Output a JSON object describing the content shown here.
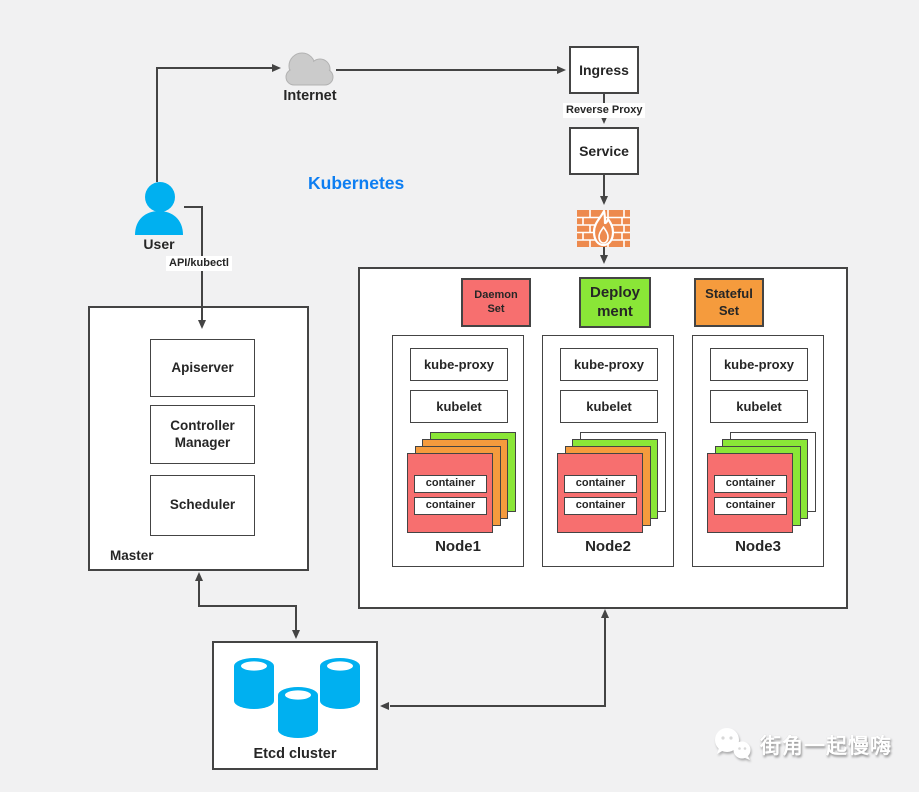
{
  "title": "Kubernetes",
  "colors": {
    "accent_blue": "#0d7ef2",
    "user_cyan": "#00b0f0",
    "daemon_red": "#f76f6f",
    "deployment_green": "#8ae637",
    "stateful_orange": "#f59b3d",
    "firewall_orange": "#ed8a4e",
    "line_dark": "#444444",
    "cloud_gray": "#cbcbcb"
  },
  "internet": {
    "label": "Internet"
  },
  "user": {
    "label": "User",
    "api_label": "API/kubectl"
  },
  "flow": {
    "ingress": "Ingress",
    "reverse_proxy": "Reverse Proxy",
    "service": "Service"
  },
  "master": {
    "label": "Master",
    "apiserver": "Apiserver",
    "controller_manager": "Controller Manager",
    "scheduler": "Scheduler"
  },
  "cluster": {
    "badges": [
      {
        "label": "Daemon\nSet",
        "color": "#f76f6f"
      },
      {
        "label": "Deploy\nment",
        "color": "#8ae637"
      },
      {
        "label": "Stateful\nSet",
        "color": "#f59b3d"
      }
    ],
    "nodes": [
      {
        "name": "Node1",
        "kube_proxy": "kube-proxy",
        "kubelet": "kubelet",
        "containers": [
          "container",
          "container"
        ],
        "stack_colors": [
          "#8ae637",
          "#f59b3d",
          "#f59b3d",
          "#f76f6f"
        ]
      },
      {
        "name": "Node2",
        "kube_proxy": "kube-proxy",
        "kubelet": "kubelet",
        "containers": [
          "container",
          "container"
        ],
        "stack_colors": [
          "#ffffff",
          "#8ae637",
          "#f59b3d",
          "#f76f6f"
        ]
      },
      {
        "name": "Node3",
        "kube_proxy": "kube-proxy",
        "kubelet": "kubelet",
        "containers": [
          "container",
          "container"
        ],
        "stack_colors": [
          "#ffffff",
          "#8ae637",
          "#8ae637",
          "#f76f6f"
        ]
      }
    ]
  },
  "etcd": {
    "label": "Etcd cluster"
  },
  "watermark": {
    "text": "街角一起慢嗨"
  }
}
